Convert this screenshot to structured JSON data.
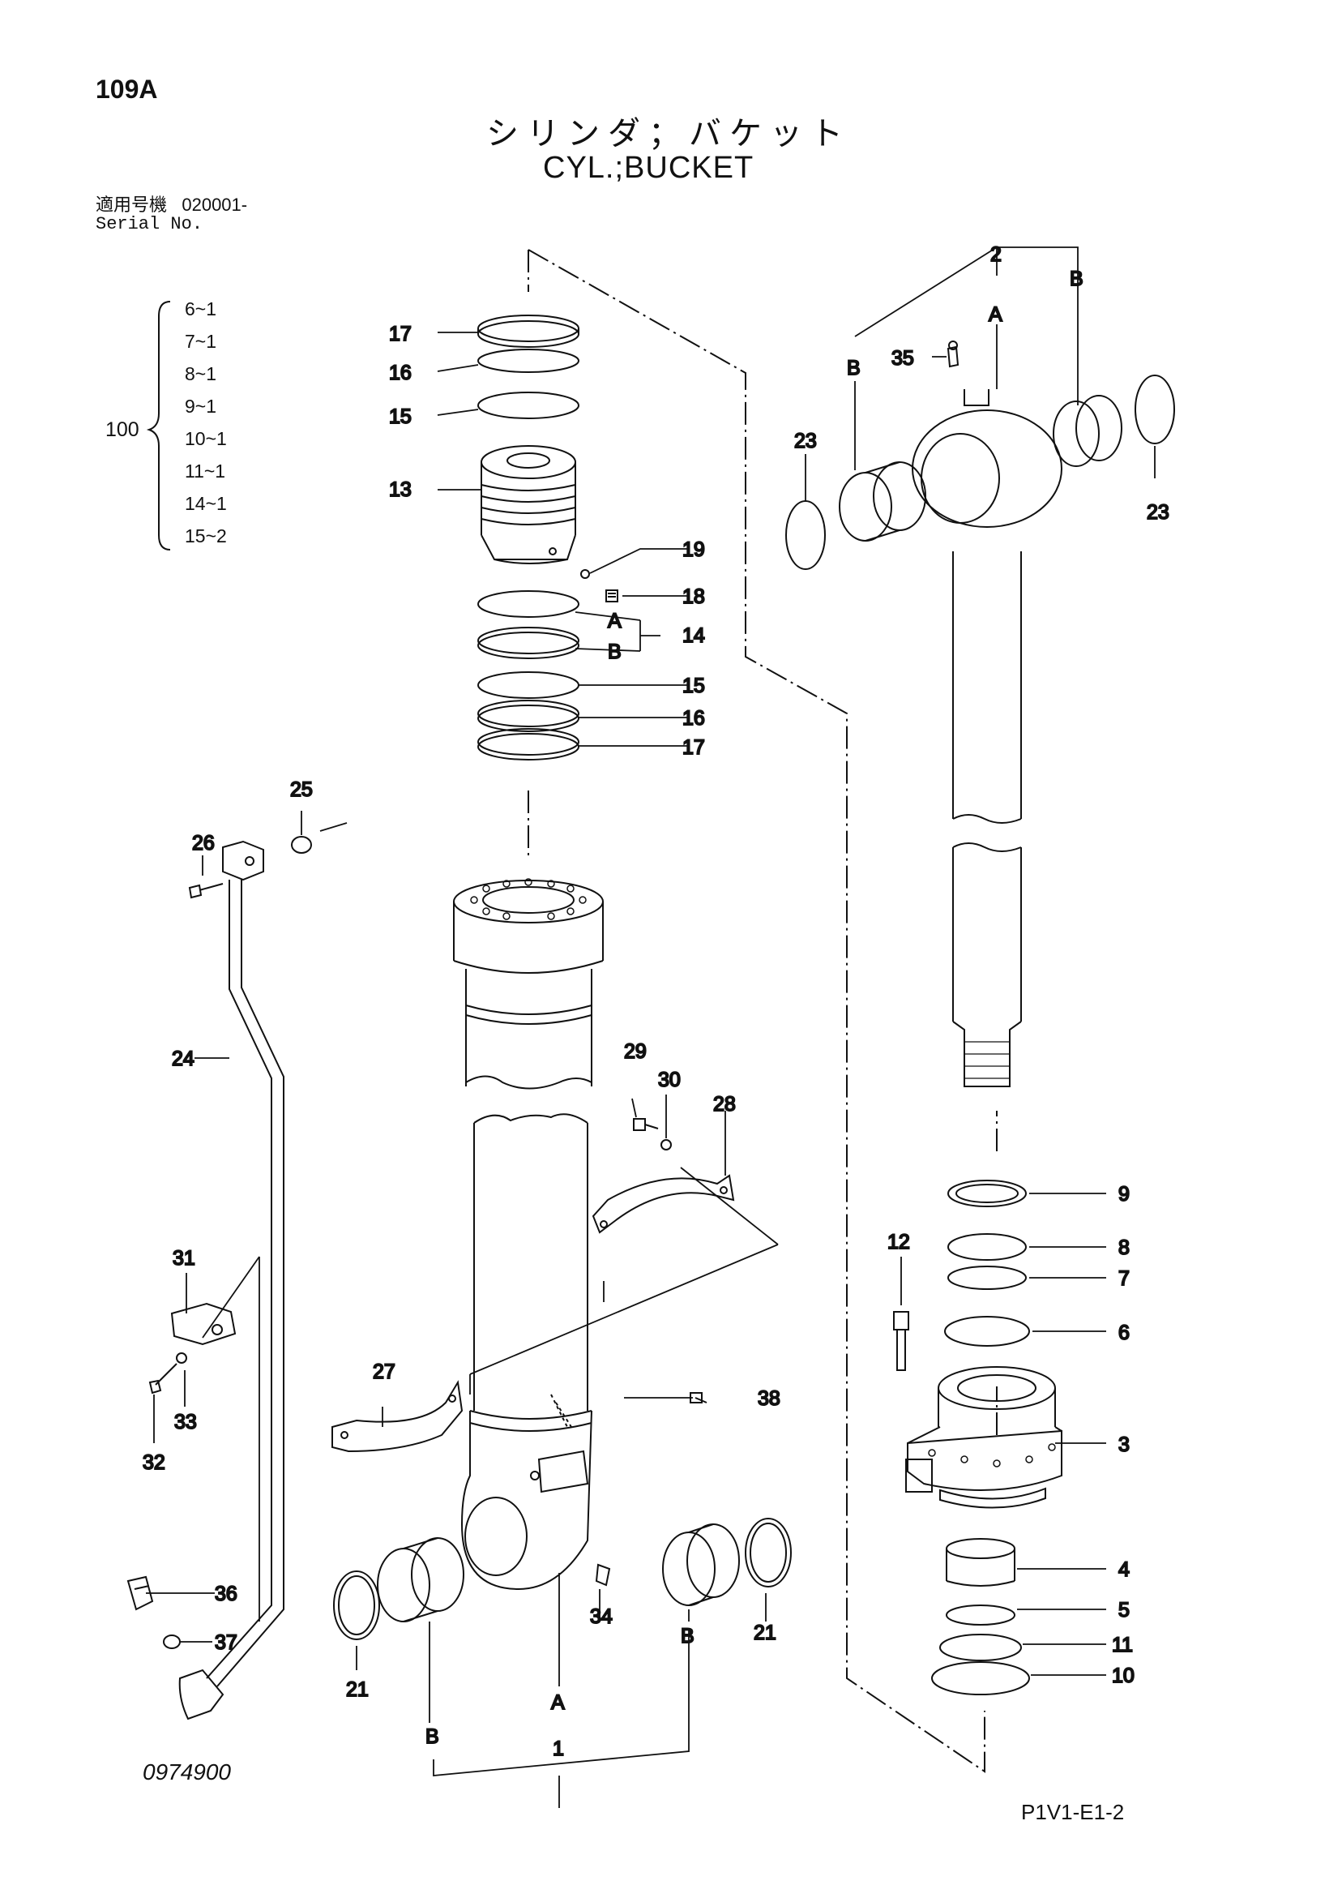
{
  "header": {
    "page_number": "109A",
    "title_jp": "シリンダ；バケット",
    "title_en": "CYL.;BUCKET",
    "serial_label_jp": "適用号機",
    "serial_value": "020001-",
    "serial_label_en": "Serial No."
  },
  "kit": {
    "label": "100",
    "items": [
      "6~1",
      "7~1",
      "8~1",
      "9~1",
      "10~1",
      "11~1",
      "14~1",
      "15~2"
    ]
  },
  "callouts": {
    "c1": "1",
    "c2": "2",
    "c3": "3",
    "c4": "4",
    "c5": "5",
    "c6": "6",
    "c7": "7",
    "c8": "8",
    "c9": "9",
    "c10": "10",
    "c11": "11",
    "c12": "12",
    "c13": "13",
    "c14": "14",
    "c15a": "15",
    "c15b": "15",
    "c16a": "16",
    "c16b": "16",
    "c17a": "17",
    "c17b": "17",
    "c18": "18",
    "c19": "19",
    "c21a": "21",
    "c21b": "21",
    "c23a": "23",
    "c23b": "23",
    "c24": "24",
    "c25": "25",
    "c26": "26",
    "c27": "27",
    "c28": "28",
    "c29": "29",
    "c30": "30",
    "c31": "31",
    "c32": "32",
    "c33": "33",
    "c34": "34",
    "c35": "35",
    "c36": "36",
    "c37": "37",
    "c38": "38",
    "a1": "A",
    "b1": "B",
    "a14": "A",
    "b14": "B",
    "a2": "A",
    "b2l": "B",
    "b2r": "B",
    "b_left": "B",
    "b_right": "B",
    "a_bottom": "A"
  },
  "footer": {
    "drawing_number": "0974900",
    "sheet_id": "P1V1-E1-2"
  }
}
